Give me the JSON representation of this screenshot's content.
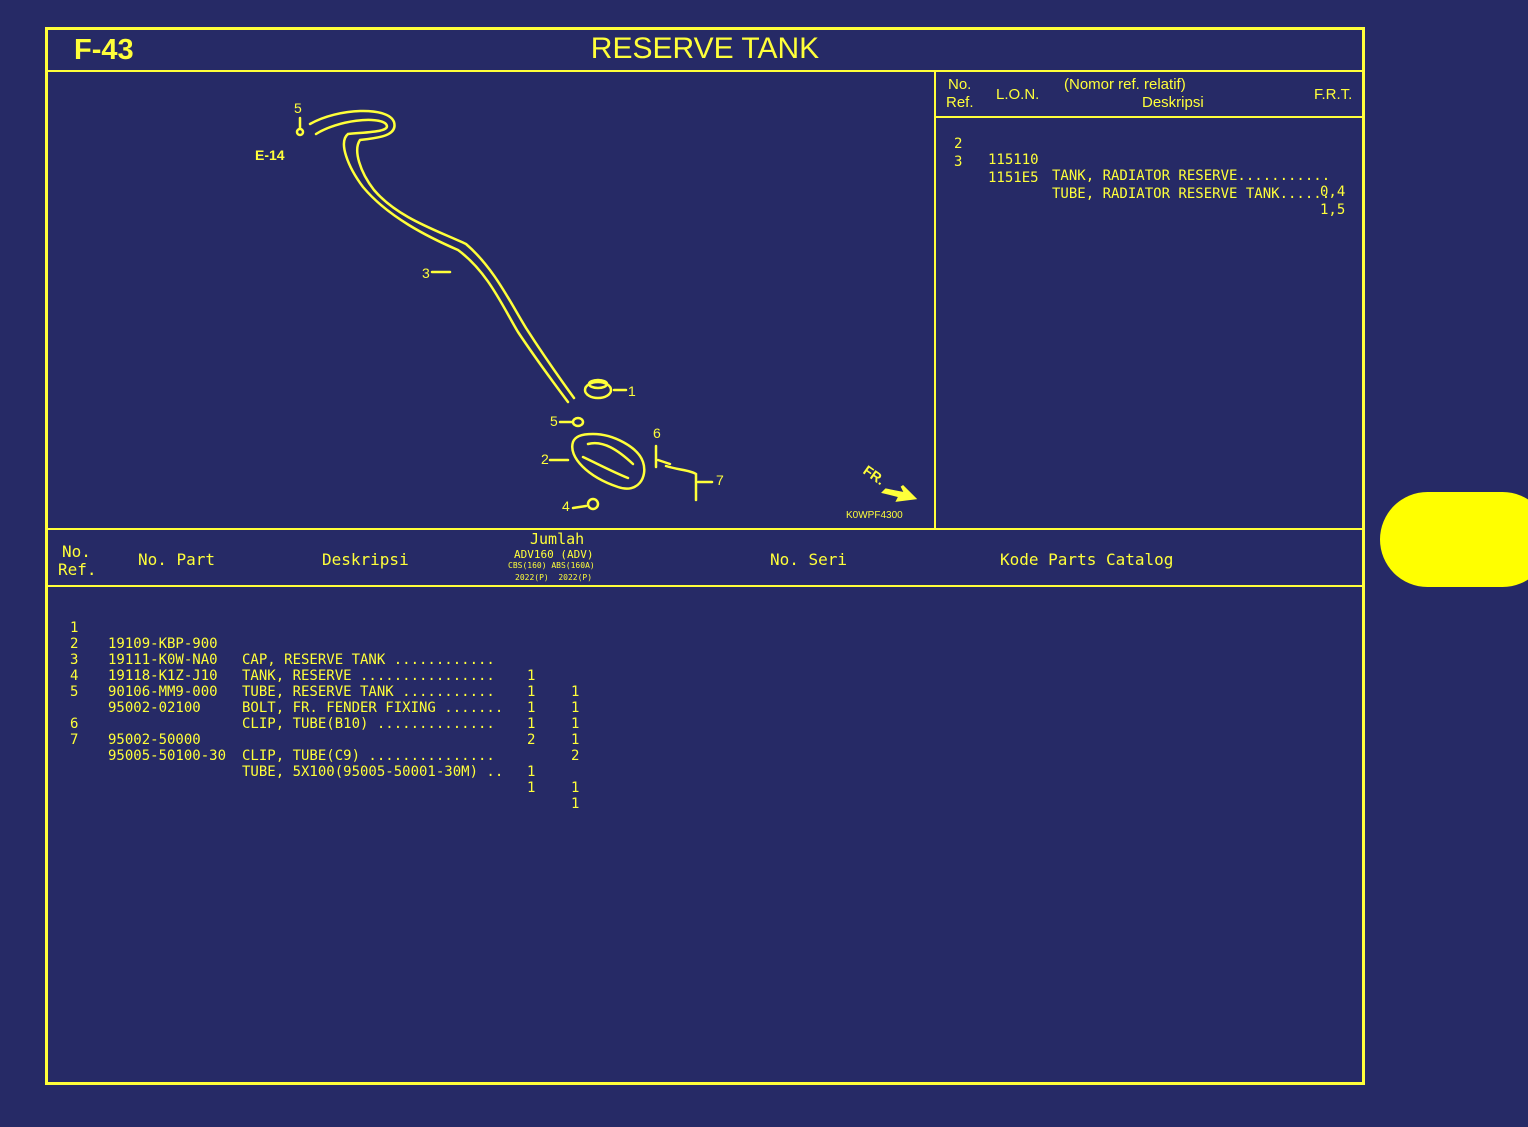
{
  "header": {
    "code": "F-43",
    "title": "RESERVE TANK"
  },
  "diagram": {
    "labels": [
      "5",
      "E-14",
      "3",
      "1",
      "5",
      "6",
      "2",
      "7",
      "4"
    ],
    "direction": "FR.",
    "figure_code": "K0WPF4300"
  },
  "frt_table": {
    "headers": {
      "no_ref": [
        "No.",
        "Ref."
      ],
      "lon": "L.O.N.",
      "desc_top": "(Nomor ref. relatif)",
      "desc": "Deskripsi",
      "frt": "F.R.T."
    },
    "rows": [
      {
        "ref": "2",
        "lon": "115110",
        "desc": "TANK, RADIATOR RESERVE...........",
        "frt": "0,4"
      },
      {
        "ref": "3",
        "lon": "1151E5",
        "desc": "TUBE, RADIATOR RESERVE TANK......",
        "frt": "1,5"
      }
    ]
  },
  "parts_table": {
    "headers": {
      "no_ref": [
        "No.",
        "Ref."
      ],
      "no_part": "No. Part",
      "deskripsi": "Deskripsi",
      "jumlah": "Jumlah",
      "model": "ADV160 (ADV)",
      "variants": "CBS(160) ABS(160A)",
      "years": "2022(P)  2022(P)",
      "no_seri": "No. Seri",
      "kode": "Kode Parts Catalog"
    },
    "rows": [
      {
        "ref": "1",
        "part": "19109-KBP-900",
        "desc": "CAP, RESERVE TANK ............",
        "q1": "1",
        "q2": "1"
      },
      {
        "ref": "2",
        "part": "19111-K0W-NA0",
        "desc": "TANK, RESERVE ................",
        "q1": "1",
        "q2": "1"
      },
      {
        "ref": "3",
        "part": "19118-K1Z-J10",
        "desc": "TUBE, RESERVE TANK ...........",
        "q1": "1",
        "q2": "1"
      },
      {
        "ref": "4",
        "part": "90106-MM9-000",
        "desc": "BOLT, FR. FENDER FIXING .......",
        "q1": "1",
        "q2": "1"
      },
      {
        "ref": "5",
        "part": "95002-02100",
        "desc": "CLIP, TUBE(B10) ..............",
        "q1": "2",
        "q2": "2"
      },
      {
        "ref": "6",
        "part": "95002-50000",
        "desc": "CLIP, TUBE(C9) ...............",
        "q1": "1",
        "q2": "1"
      },
      {
        "ref": "7",
        "part": "95005-50100-30",
        "desc": "TUBE, 5X100(95005-50001-30M) ..",
        "q1": "1",
        "q2": "1"
      }
    ]
  }
}
